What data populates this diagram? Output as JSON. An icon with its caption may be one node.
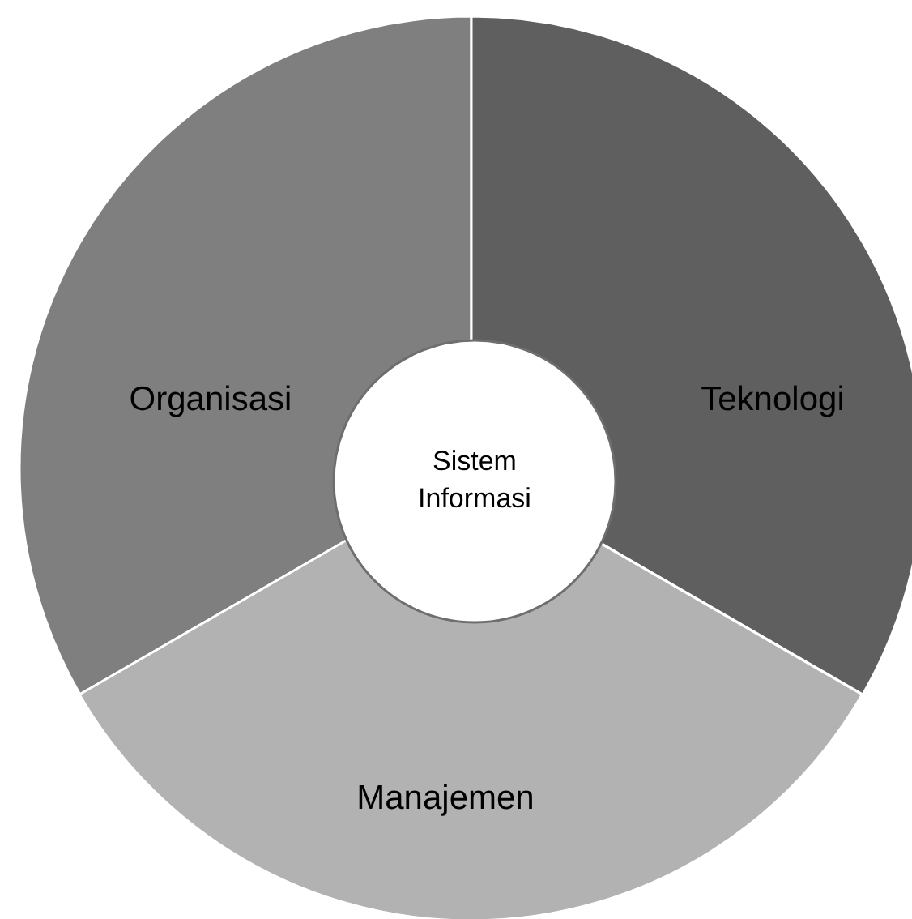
{
  "diagram": {
    "nodes": [
      {
        "text": [
          "Organisasi"
        ]
      },
      {
        "text": [
          "Teknologi"
        ]
      },
      {
        "text": [
          "Manajemen"
        ]
      },
      {
        "text": [
          "Sistem Informasi"
        ]
      }
    ]
  }
}
